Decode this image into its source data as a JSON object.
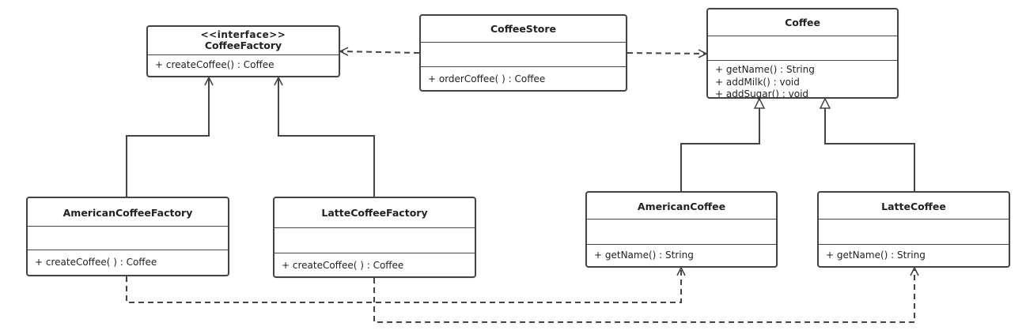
{
  "classes": {
    "coffee_factory": {
      "stereotype": "<<interface>>",
      "name": "CoffeeFactory",
      "methods": [
        "+ createCoffee() : Coffee"
      ]
    },
    "coffee_store": {
      "name": "CoffeeStore",
      "methods": [
        "+ orderCoffee( ) : Coffee"
      ]
    },
    "coffee": {
      "name": "Coffee",
      "methods": [
        "+ getName() : String",
        "+ addMilk() : void",
        "+ addSugar() : void"
      ]
    },
    "american_coffee_factory": {
      "name": "AmericanCoffeeFactory",
      "methods": [
        "+ createCoffee( ) : Coffee"
      ]
    },
    "latte_coffee_factory": {
      "name": "LatteCoffeeFactory",
      "methods": [
        "+ createCoffee( ) : Coffee"
      ]
    },
    "american_coffee": {
      "name": "AmericanCoffee",
      "methods": [
        "+ getName() : String"
      ]
    },
    "latte_coffee": {
      "name": "LatteCoffee",
      "methods": [
        "+ getName() : String"
      ]
    }
  },
  "colors": {
    "line": "#444444",
    "box_border": "#444444"
  }
}
